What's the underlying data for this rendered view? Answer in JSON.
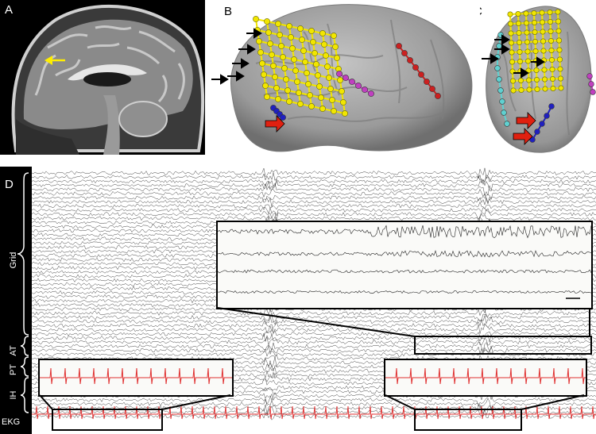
{
  "panels": {
    "a": {
      "label": "A"
    },
    "b": {
      "label": "B"
    },
    "c": {
      "label": "C"
    },
    "d": {
      "label": "D"
    }
  },
  "eeg": {
    "groups": [
      "Grid",
      "AT",
      "PT",
      "IH",
      "EKG"
    ]
  },
  "colors": {
    "grid_electrodes": "#f2e600",
    "red_strip": "#cc2020",
    "magenta_strip": "#c040c0",
    "blue_strip": "#2020c0",
    "cyan_strip": "#60d0d0",
    "arrow_yellow": "#ffee00",
    "arrow_red": "#e02010",
    "ekg_trace": "#e03030",
    "brain_surface": "#9a9a9a",
    "mri_background": "#000000"
  },
  "icons": {
    "black_arrows": "arrow-right",
    "red_arrows": "arrow-right",
    "yellow_arrow": "arrow-left"
  }
}
